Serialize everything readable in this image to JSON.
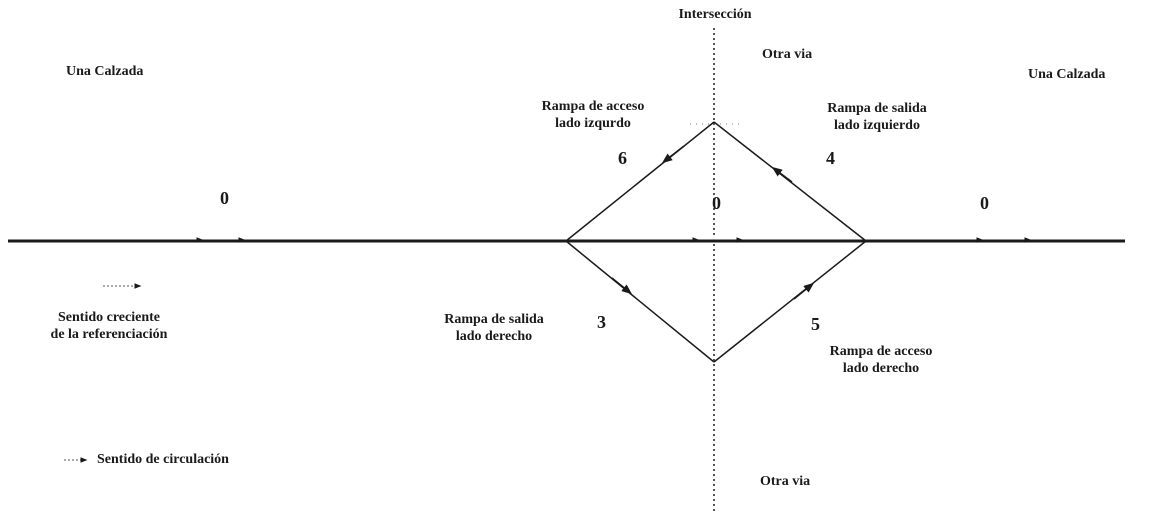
{
  "labels": {
    "interseccion": "Intersección",
    "otra_via_top": "Otra via",
    "otra_via_bottom": "Otra via",
    "una_calzada_left": "Una Calzada",
    "una_calzada_right": "Una Calzada",
    "ramp_top_left": [
      "Rampa de acceso",
      "lado izqurdo"
    ],
    "ramp_top_right": [
      "Rampa de salida",
      "lado izquierdo"
    ],
    "ramp_bottom_left": [
      "Rampa de salida",
      "lado derecho"
    ],
    "ramp_bottom_right": [
      "Rampa de acceso",
      "lado derecho"
    ],
    "code_6": "6",
    "code_4": "4",
    "code_3": "3",
    "code_5": "5",
    "code_0_left": "0",
    "code_0_center": "0",
    "code_0_right": "0",
    "legend_referencing": [
      "Sentido creciente",
      "de la referenciación"
    ],
    "legend_circulation": "Sentido de circulación"
  },
  "colors": {
    "line": "#1a1a1a",
    "dotted": "#555555",
    "text": "#1a1a1a"
  }
}
